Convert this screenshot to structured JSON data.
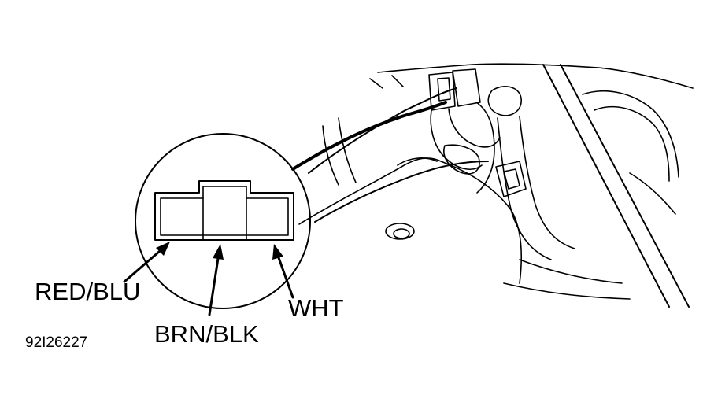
{
  "labels": {
    "pin_left": "RED/BLU",
    "pin_center": "BRN/BLK",
    "pin_right": "WHT"
  },
  "figure_id": "92I26227",
  "colors": {
    "ink": "#000000",
    "background": "#ffffff"
  }
}
